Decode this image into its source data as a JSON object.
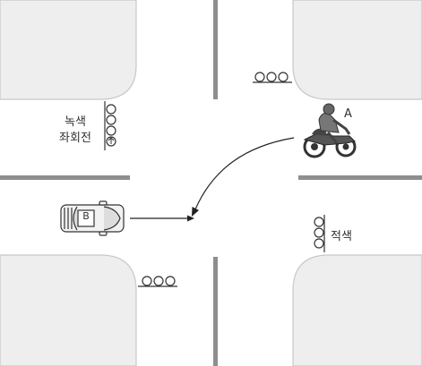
{
  "labels": {
    "green_signal_line1": "녹색",
    "green_signal_line2": "좌회전",
    "red_signal": "적색",
    "vehicle_a": "A",
    "vehicle_b": "B"
  },
  "colors": {
    "block": "#eeeeee",
    "block_edge": "#c8c8c8",
    "lane_line": "#8e8e8e",
    "ink": "#333333"
  },
  "icons": {
    "green_left_turn_signal": "traffic-light-vertical-4",
    "red_signal": "traffic-light-vertical-3",
    "top_signal": "traffic-light-horizontal-3",
    "bottom_signal": "traffic-light-horizontal-3",
    "vehicle_a": "motorcycle-with-rider",
    "vehicle_b": "car-top-view"
  }
}
